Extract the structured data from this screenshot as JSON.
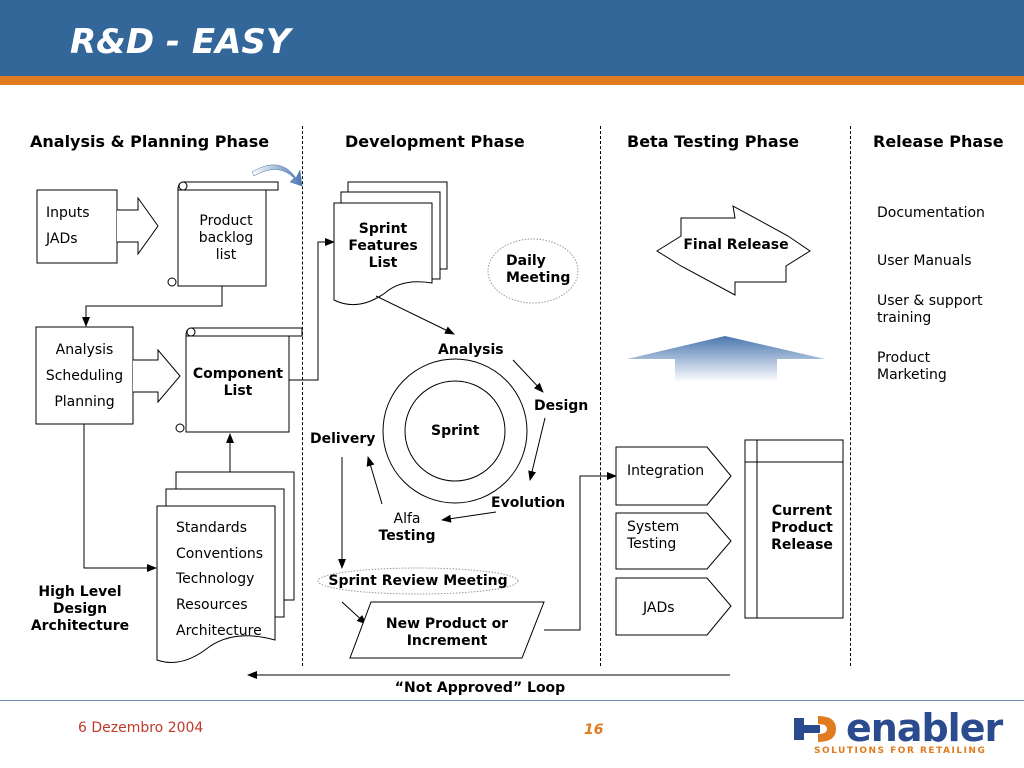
{
  "title": "R&D - EASY",
  "phases": {
    "analysis": "Analysis & Planning Phase",
    "development": "Development Phase",
    "beta": "Beta Testing Phase",
    "release": "Release Phase"
  },
  "analysis_phase": {
    "inputs": [
      "Inputs",
      "JADs"
    ],
    "backlog": [
      "Product",
      "backlog",
      "list"
    ],
    "steps": [
      "Analysis",
      "Scheduling",
      "Planning"
    ],
    "component_list": [
      "Component",
      "List"
    ],
    "docs": [
      "Standards",
      "Conventions",
      "Technology",
      "Resources",
      "Architecture"
    ],
    "high_level": [
      "High Level",
      "Design",
      "Architecture"
    ]
  },
  "development_phase": {
    "sprint_features": [
      "Sprint",
      "Features",
      "List"
    ],
    "daily_meeting": [
      "Daily",
      "Meeting"
    ],
    "cycle": {
      "analysis": "Analysis",
      "design": "Design",
      "evolution": "Evolution",
      "alfa": "Alfa",
      "testing": "Testing",
      "delivery": "Delivery",
      "sprint": "Sprint"
    },
    "sprint_review": "Sprint Review Meeting",
    "new_product": [
      "New Product or",
      "Increment"
    ]
  },
  "beta_phase": {
    "final_release": "Final Release",
    "items": [
      [
        "Integration"
      ],
      [
        "System",
        "Testing"
      ],
      [
        "JADs"
      ]
    ],
    "current_release": [
      "Current",
      "Product",
      "Release"
    ]
  },
  "release_phase": {
    "items": [
      [
        "Documentation"
      ],
      [
        "User Manuals"
      ],
      [
        "User & support",
        "training"
      ],
      [
        "Product",
        "Marketing"
      ]
    ]
  },
  "loop_label": "“Not Approved” Loop",
  "footer": {
    "date": "6 Dezembro 2004",
    "page": "16",
    "logo": "enabler",
    "tagline": "SOLUTIONS FOR RETAILING"
  },
  "colors": {
    "header": "#336699",
    "stripe": "#e07b1f",
    "arrow_up": "#4a77b0"
  }
}
